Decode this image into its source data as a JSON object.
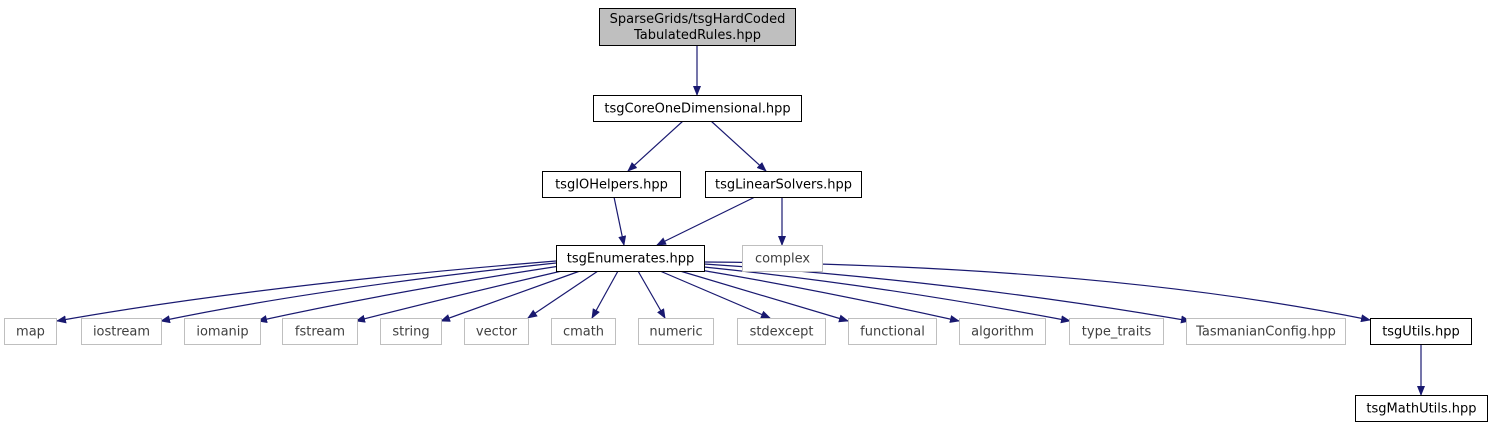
{
  "colors": {
    "edge": "#191970",
    "root_fill": "#bfbfbf",
    "project_border": "#000000",
    "external_border": "#bfbfbf",
    "background": "#ffffff"
  },
  "nodes": [
    {
      "id": "root",
      "lines": [
        "SparseGrids/tsgHardCoded",
        "TabulatedRules.hpp"
      ],
      "kind": "root"
    },
    {
      "id": "coreOneDimensional",
      "lines": [
        "tsgCoreOneDimensional.hpp"
      ],
      "kind": "project"
    },
    {
      "id": "ioHelpers",
      "lines": [
        "tsgIOHelpers.hpp"
      ],
      "kind": "project"
    },
    {
      "id": "linearSolvers",
      "lines": [
        "tsgLinearSolvers.hpp"
      ],
      "kind": "project"
    },
    {
      "id": "enumerates",
      "lines": [
        "tsgEnumerates.hpp"
      ],
      "kind": "project"
    },
    {
      "id": "complex",
      "lines": [
        "complex"
      ],
      "kind": "external"
    },
    {
      "id": "map",
      "lines": [
        "map"
      ],
      "kind": "external"
    },
    {
      "id": "iostream",
      "lines": [
        "iostream"
      ],
      "kind": "external"
    },
    {
      "id": "iomanip",
      "lines": [
        "iomanip"
      ],
      "kind": "external"
    },
    {
      "id": "fstream",
      "lines": [
        "fstream"
      ],
      "kind": "external"
    },
    {
      "id": "string",
      "lines": [
        "string"
      ],
      "kind": "external"
    },
    {
      "id": "vector",
      "lines": [
        "vector"
      ],
      "kind": "external"
    },
    {
      "id": "cmath",
      "lines": [
        "cmath"
      ],
      "kind": "external"
    },
    {
      "id": "numeric",
      "lines": [
        "numeric"
      ],
      "kind": "external"
    },
    {
      "id": "stdexcept",
      "lines": [
        "stdexcept"
      ],
      "kind": "external"
    },
    {
      "id": "functional",
      "lines": [
        "functional"
      ],
      "kind": "external"
    },
    {
      "id": "algorithm",
      "lines": [
        "algorithm"
      ],
      "kind": "external"
    },
    {
      "id": "type_traits",
      "lines": [
        "type_traits"
      ],
      "kind": "external"
    },
    {
      "id": "tasmanianConfig",
      "lines": [
        "TasmanianConfig.hpp"
      ],
      "kind": "external"
    },
    {
      "id": "utils",
      "lines": [
        "tsgUtils.hpp"
      ],
      "kind": "project"
    },
    {
      "id": "mathUtils",
      "lines": [
        "tsgMathUtils.hpp"
      ],
      "kind": "project"
    }
  ],
  "edges": [
    {
      "from": "root",
      "to": "coreOneDimensional"
    },
    {
      "from": "coreOneDimensional",
      "to": "ioHelpers"
    },
    {
      "from": "coreOneDimensional",
      "to": "linearSolvers"
    },
    {
      "from": "ioHelpers",
      "to": "enumerates"
    },
    {
      "from": "linearSolvers",
      "to": "enumerates"
    },
    {
      "from": "linearSolvers",
      "to": "complex"
    },
    {
      "from": "enumerates",
      "to": "map"
    },
    {
      "from": "enumerates",
      "to": "iostream"
    },
    {
      "from": "enumerates",
      "to": "iomanip"
    },
    {
      "from": "enumerates",
      "to": "fstream"
    },
    {
      "from": "enumerates",
      "to": "string"
    },
    {
      "from": "enumerates",
      "to": "vector"
    },
    {
      "from": "enumerates",
      "to": "cmath"
    },
    {
      "from": "enumerates",
      "to": "numeric"
    },
    {
      "from": "enumerates",
      "to": "stdexcept"
    },
    {
      "from": "enumerates",
      "to": "functional"
    },
    {
      "from": "enumerates",
      "to": "algorithm"
    },
    {
      "from": "enumerates",
      "to": "type_traits"
    },
    {
      "from": "enumerates",
      "to": "tasmanianConfig"
    },
    {
      "from": "enumerates",
      "to": "utils"
    },
    {
      "from": "utils",
      "to": "mathUtils"
    }
  ]
}
